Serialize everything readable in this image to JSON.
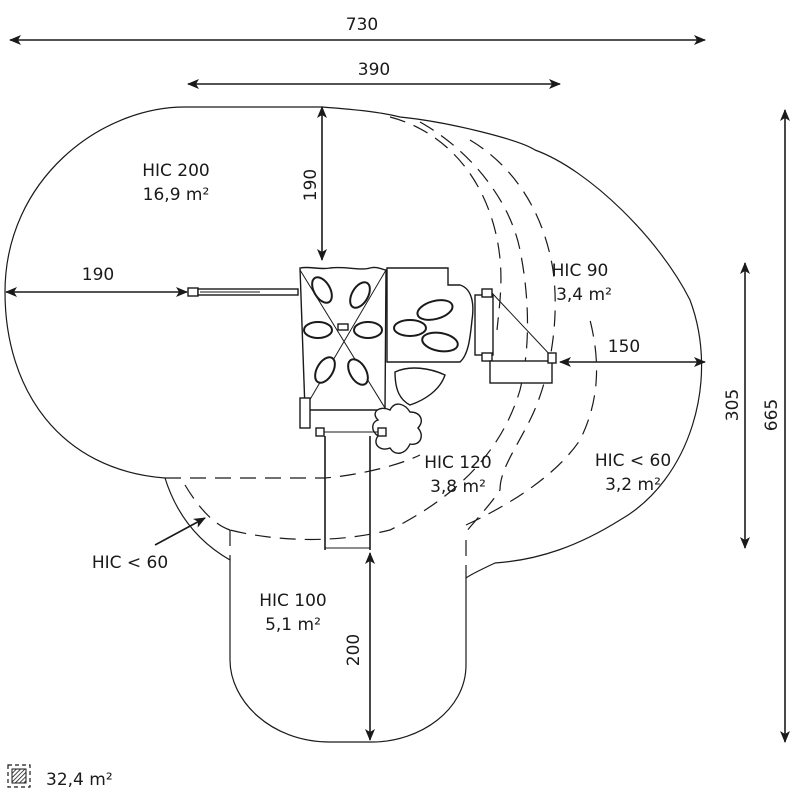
{
  "dimensions": {
    "overall_width": "730",
    "equipment_width": "390",
    "top_clearance": "190",
    "left_clearance": "190",
    "right_clearance": "150",
    "bottom_clearance": "200",
    "inner_height": "305",
    "overall_height": "665"
  },
  "zones": [
    {
      "hic": "HIC 200",
      "area": "16,9 m²"
    },
    {
      "hic": "HIC 90",
      "area": "3,4 m²"
    },
    {
      "hic": "HIC 120",
      "area": "3,8 m²"
    },
    {
      "hic": "HIC < 60",
      "area": "3,2 m²"
    },
    {
      "hic": "HIC 100",
      "area": "5,1 m²"
    }
  ],
  "callouts": {
    "hic_less_60_left": "HIC < 60"
  },
  "legend": {
    "total_area": "32,4 m²",
    "icon": "hatched-square-icon"
  },
  "colors": {
    "ink": "#1a1a1a",
    "background": "#ffffff"
  }
}
